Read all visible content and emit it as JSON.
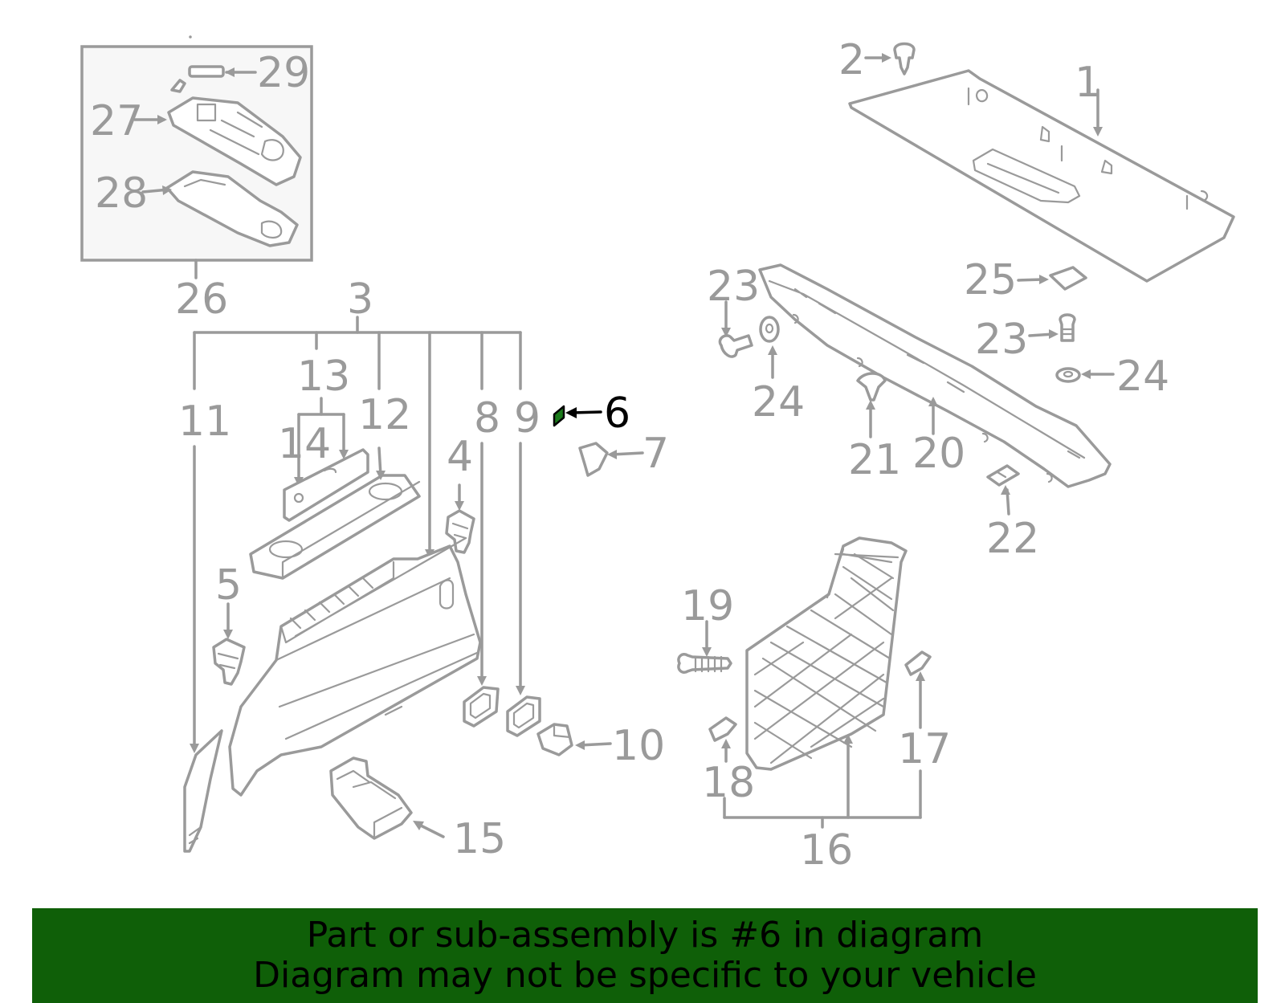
{
  "colors": {
    "line": "#9a9a9a",
    "highlight": "#000000",
    "highlight_part": "#1a7a1a",
    "banner_bg": "#0f5f08",
    "banner_text": "#000000",
    "inset_bg": "#f7f7f7"
  },
  "callouts": [
    "1",
    "2",
    "3",
    "4",
    "5",
    "6",
    "7",
    "8",
    "9",
    "10",
    "11",
    "12",
    "13",
    "14",
    "15",
    "16",
    "17",
    "18",
    "19",
    "20",
    "21",
    "22",
    "23",
    "23",
    "24",
    "24",
    "25",
    "26",
    "27",
    "28",
    "29"
  ],
  "highlighted_callout": "6",
  "banner": {
    "line1": "Part or sub-assembly is #6 in diagram",
    "line2": "Diagram may not be specific to your vehicle"
  }
}
